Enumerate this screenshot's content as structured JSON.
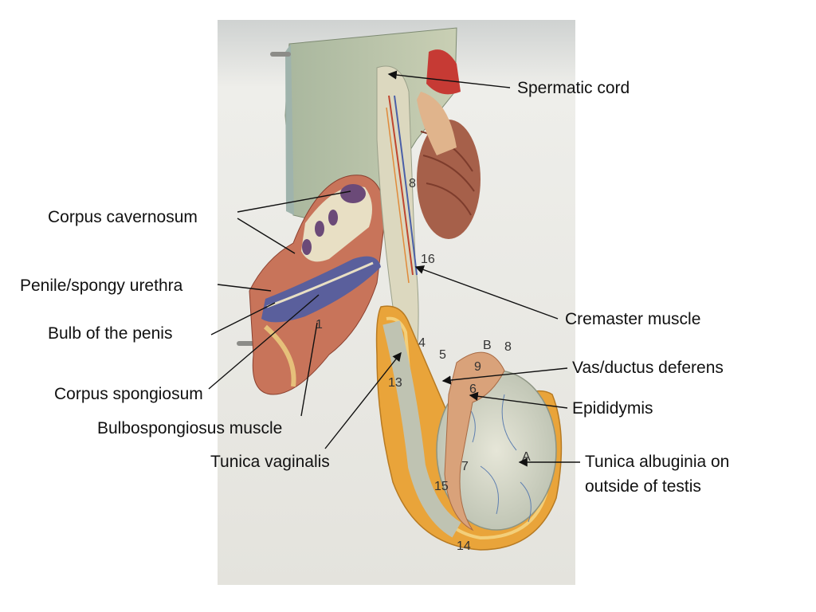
{
  "colors": {
    "background": "#ffffff",
    "photo_backdrop": "#e9e8e2",
    "label_text": "#111111",
    "leader_line": "#111111",
    "tunica_orange": "#e9a43a",
    "muscle_red": "#b8583c",
    "tissue_pale": "#dcd8bf",
    "vessel_blue": "#4a5fa8"
  },
  "labels": {
    "spermatic_cord": "Spermatic cord",
    "corpus_cavernosum": "Corpus cavernosum",
    "penile_urethra": "Penile/spongy urethra",
    "bulb_of_penis": "Bulb of the penis",
    "corpus_spongiosum": "Corpus spongiosum",
    "bulbospongiosus": "Bulbospongiosus muscle",
    "tunica_vaginalis": "Tunica vaginalis",
    "cremaster": "Cremaster muscle",
    "vas_deferens": "Vas/ductus deferens",
    "epididymis": "Epididymis",
    "tunica_albuginia_line1": "Tunica albuginia on",
    "tunica_albuginia_line2": "outside of testis"
  },
  "model_markings": {
    "m1": "8",
    "m2": "16",
    "m3": "4",
    "m4": "5",
    "m5": "B",
    "m6": "8",
    "m7": "9",
    "m8": "6",
    "m9": "13",
    "m10": "7",
    "m11": "A",
    "m12": "15",
    "m13": "14",
    "m14": "1"
  }
}
